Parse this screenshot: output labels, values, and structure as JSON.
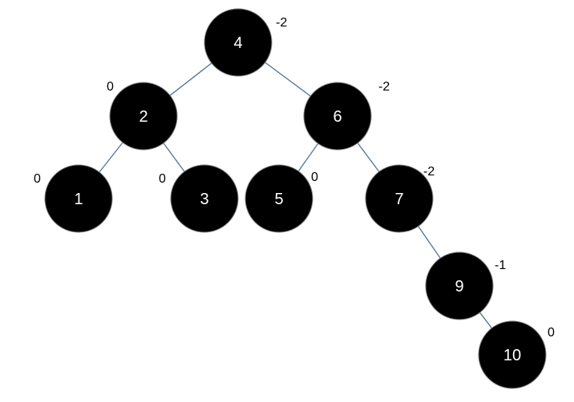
{
  "colors": {
    "node_fill": "#000000",
    "node_stroke": "#7f7f7f",
    "edge": "#4a72b0",
    "node_text": "#ffffff",
    "balance_text": "#000000"
  },
  "nodes": [
    {
      "id": "4",
      "label": "4",
      "balance": "-2"
    },
    {
      "id": "2",
      "label": "2",
      "balance": "0"
    },
    {
      "id": "6",
      "label": "6",
      "balance": "-2"
    },
    {
      "id": "1",
      "label": "1",
      "balance": "0"
    },
    {
      "id": "3",
      "label": "3",
      "balance": "0"
    },
    {
      "id": "5",
      "label": "5",
      "balance": "0"
    },
    {
      "id": "7",
      "label": "7",
      "balance": "-2"
    },
    {
      "id": "9",
      "label": "9",
      "balance": "-1"
    },
    {
      "id": "10",
      "label": "10",
      "balance": "0"
    }
  ],
  "edges": [
    {
      "from": "4",
      "to": "2"
    },
    {
      "from": "4",
      "to": "6"
    },
    {
      "from": "2",
      "to": "1"
    },
    {
      "from": "2",
      "to": "3"
    },
    {
      "from": "6",
      "to": "5"
    },
    {
      "from": "6",
      "to": "7"
    },
    {
      "from": "7",
      "to": "9"
    },
    {
      "from": "9",
      "to": "10"
    }
  ]
}
